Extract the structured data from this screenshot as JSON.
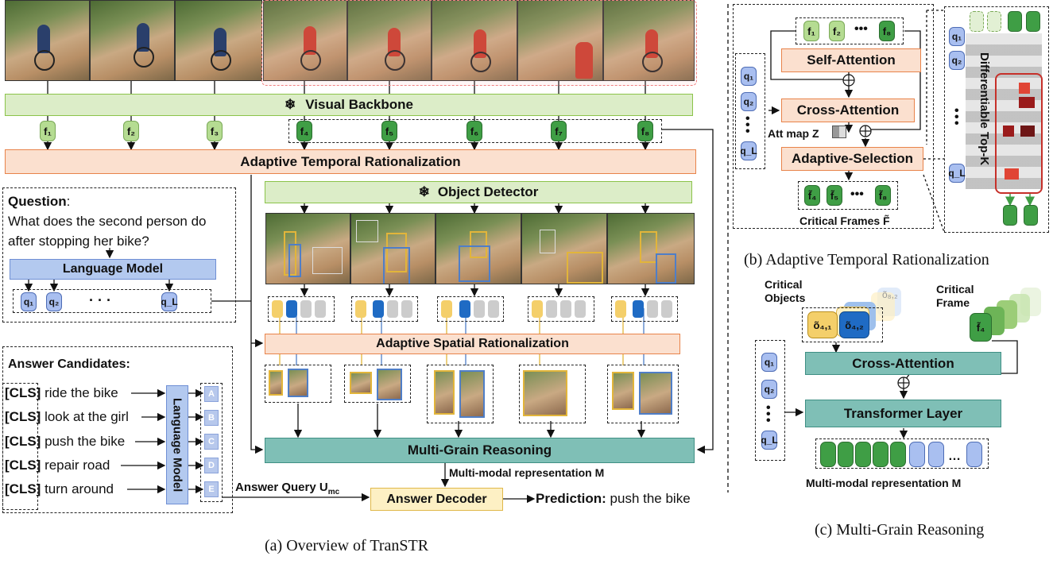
{
  "panel_a": {
    "caption": "(a) Overview of TranSTR",
    "visual_backbone": "Visual Backbone",
    "frame_labels": [
      "f₁",
      "f₂",
      "f₃",
      "f₄",
      "f₅",
      "f₆",
      "f₇",
      "f₈"
    ],
    "adaptive_temporal": "Adaptive Temporal Rationalization",
    "object_detector": "Object Detector",
    "question_label": "Question",
    "question_text": "What does the second person do after stopping her bike?",
    "language_model": "Language Model",
    "q_tokens": [
      "q₁",
      "q₂",
      "q_L"
    ],
    "dots": "· · ·",
    "adaptive_spatial": "Adaptive Spatial Rationalization",
    "multi_grain": "Multi-Grain Reasoning",
    "mm_repr": "Multi-modal representation M",
    "answer_candidates_title": "Answer Candidates:",
    "cls": "[CLS]",
    "candidates": [
      "ride the bike",
      "look at the girl",
      "push the bike",
      "repair road",
      "turn around"
    ],
    "choice_letters": [
      "A",
      "B",
      "C",
      "D",
      "E"
    ],
    "answer_lm": "Language Model",
    "answer_query": "Answer Query U",
    "answer_query_sub": "mc",
    "answer_decoder": "Answer Decoder",
    "prediction_label": "Prediction:",
    "prediction_value": "push the bike"
  },
  "panel_b": {
    "caption": "(b) Adaptive Temporal Rationalization",
    "top_tokens": [
      "f₁",
      "f₂",
      "f₈"
    ],
    "self_attention": "Self-Attention",
    "cross_attention": "Cross-Attention",
    "att_map": "Att map Z",
    "adaptive_selection": "Adaptive-Selection",
    "q_tokens": [
      "q₁",
      "q₂",
      "q_L"
    ],
    "out_tokens": [
      "f̃₄",
      "f̃₅",
      "f̃₈"
    ],
    "critical_frames": "Critical Frames F̃",
    "topk_label": "Differentiable Top-K"
  },
  "panel_c": {
    "caption": "(c) Multi-Grain Reasoning",
    "critical_objects": "Critical Objects",
    "critical_frame": "Critical Frame",
    "obj_tokens": [
      "õ₄,₁",
      "õ₄,₂",
      "õ₈,₂"
    ],
    "frame_token": "f̃₄",
    "cross_attention": "Cross-Attention",
    "transformer": "Transformer Layer",
    "q_tokens": [
      "q₁",
      "q₂",
      "q_L"
    ],
    "mm_repr": "Multi-modal representation M"
  },
  "colors": {
    "green": "#dcedc8",
    "orange": "#fbe0cf",
    "teal": "#7fbfb6",
    "blue": "#b3c9ef",
    "yellow": "#fdf0c4",
    "dark_green": "#3f9e45"
  }
}
